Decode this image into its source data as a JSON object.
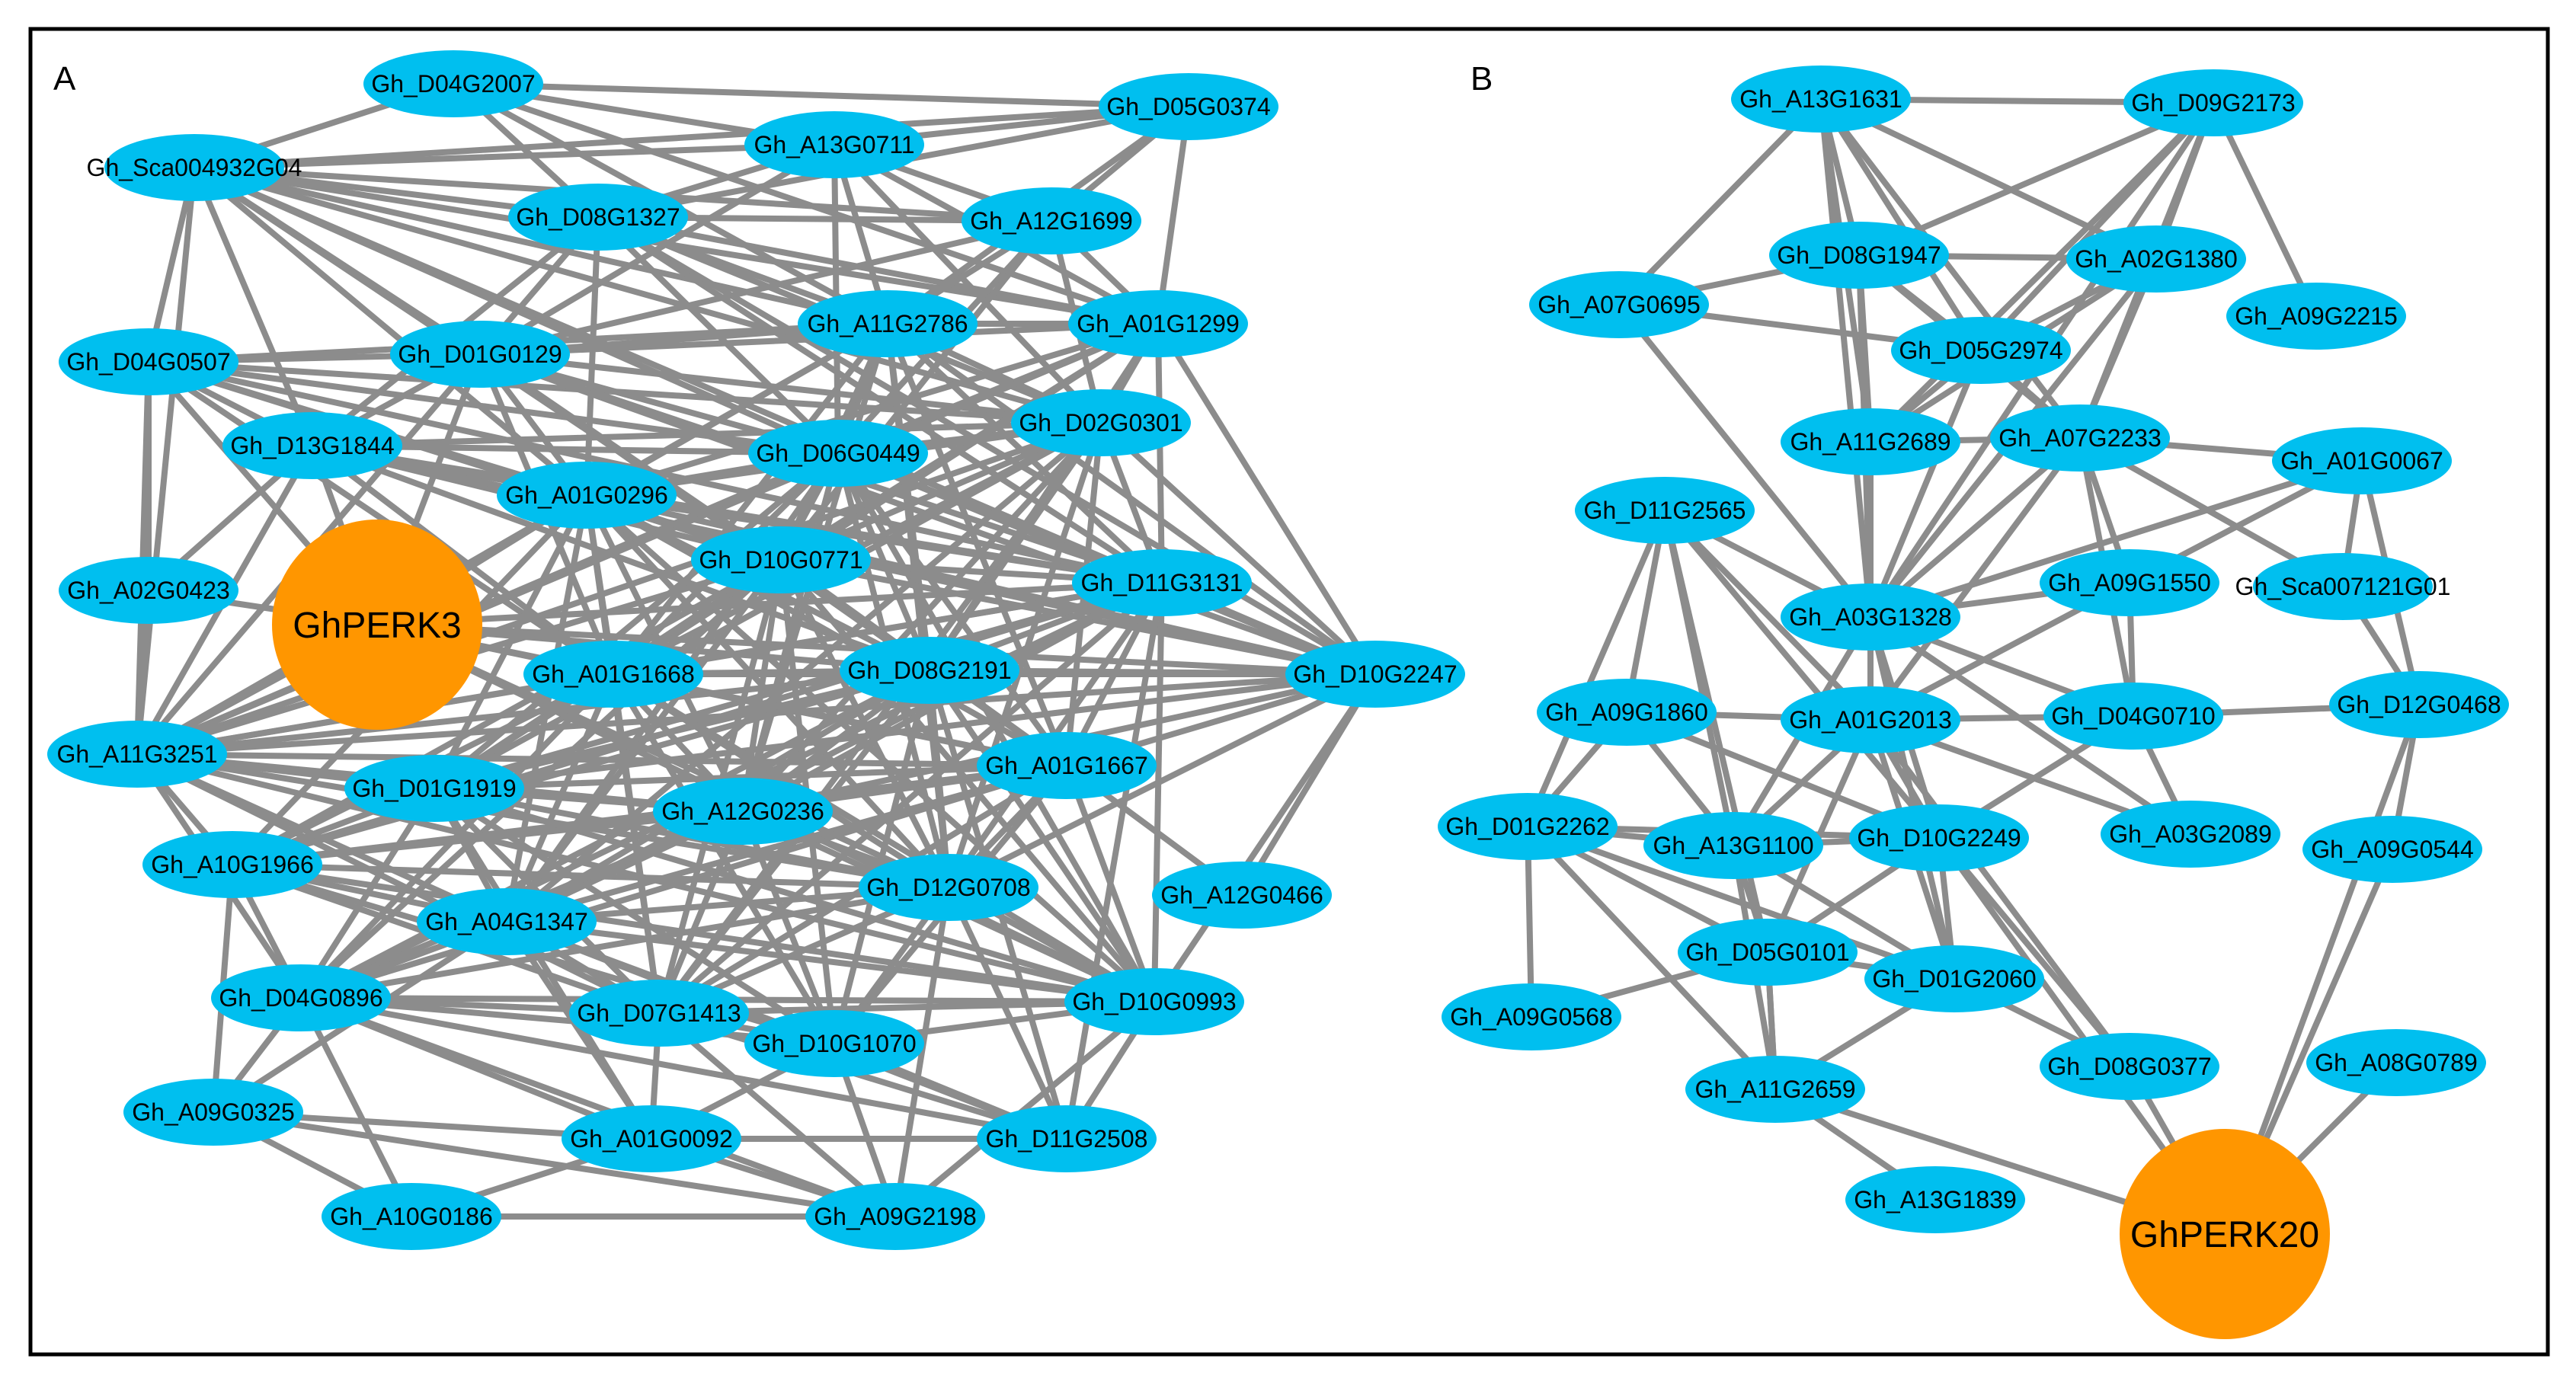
{
  "figure": {
    "colors": {
      "node": "#00bfef",
      "hub": "#ff9600",
      "edge": "#8c8c8c",
      "frame": "#000000"
    },
    "panels": [
      {
        "label": "A",
        "hub": "GhPERK3",
        "nodes": [
          "Gh_D04G2007",
          "Gh_D05G0374",
          "Gh_Sca004932G04",
          "Gh_A13G0711",
          "Gh_D08G1327",
          "Gh_A12G1699",
          "Gh_D04G0507",
          "Gh_D01G0129",
          "Gh_A11G2786",
          "Gh_A01G1299",
          "Gh_D13G1844",
          "Gh_D06G0449",
          "Gh_D02G0301",
          "Gh_A01G0296",
          "Gh_A02G0423",
          "Gh_D10G0771",
          "Gh_D11G3131",
          "Gh_D10G2247",
          "Gh_A01G1668",
          "Gh_D08G2191",
          "Gh_A11G3251",
          "Gh_A01G1667",
          "Gh_D01G1919",
          "Gh_A12G0236",
          "Gh_A12G0466",
          "Gh_A10G1966",
          "Gh_D12G0708",
          "Gh_A04G1347",
          "Gh_D04G0896",
          "Gh_D07G1413",
          "Gh_D10G0993",
          "Gh_D10G1070",
          "Gh_A09G0325",
          "Gh_A01G0092",
          "Gh_D11G2508",
          "Gh_A10G0186",
          "Gh_A09G2198"
        ]
      },
      {
        "label": "B",
        "hub": "GhPERK20",
        "nodes": [
          "Gh_A13G1631",
          "Gh_D09G2173",
          "Gh_D08G1947",
          "Gh_A02G1380",
          "Gh_A07G0695",
          "Gh_A09G2215",
          "Gh_D05G2974",
          "Gh_A11G2689",
          "Gh_A07G2233",
          "Gh_A01G0067",
          "Gh_D11G2565",
          "Gh_A09G1550",
          "Gh_Sca007121G01",
          "Gh_A03G1328",
          "Gh_D12G0468",
          "Gh_A09G1860",
          "Gh_A01G2013",
          "Gh_D04G0710",
          "Gh_D01G2262",
          "Gh_A13G1100",
          "Gh_D10G2249",
          "Gh_A03G2089",
          "Gh_A09G0544",
          "Gh_D05G0101",
          "Gh_D01G2060",
          "Gh_A09G0568",
          "Gh_D08G0377",
          "Gh_A08G0789",
          "Gh_A11G2659",
          "Gh_A13G1839"
        ]
      }
    ]
  }
}
